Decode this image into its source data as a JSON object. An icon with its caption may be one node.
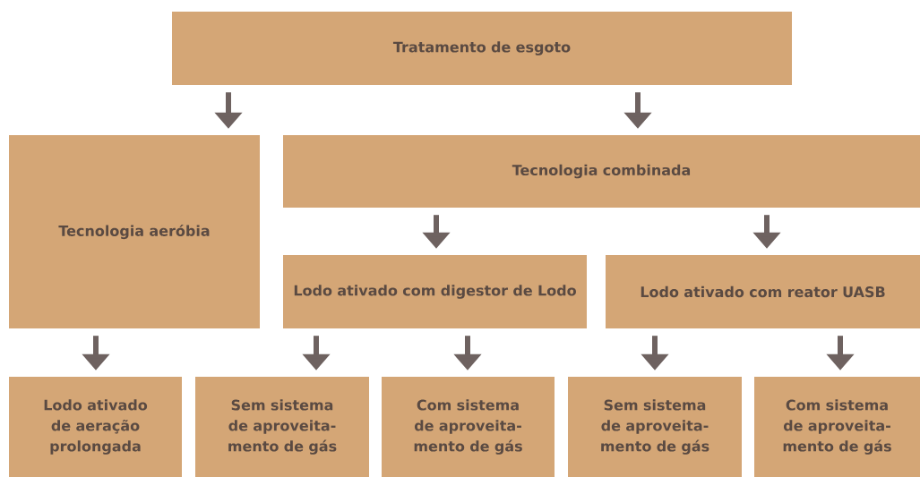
{
  "diagram": {
    "nodes": [
      {
        "text": [
          "Tratamento de esgoto"
        ]
      },
      {
        "text": [
          "Tecnologia aeróbia"
        ]
      },
      {
        "text": [
          "Tecnologia combinada"
        ]
      },
      {
        "text": [
          "Lodo ativado com digestor de Lodo"
        ]
      },
      {
        "text": [
          "Lodo ativado com reator UASB"
        ]
      },
      {
        "text": [
          "Lodo ativado de aeração prolongada"
        ]
      },
      {
        "text": [
          "Sem sistema de aproveita- mento de gás"
        ]
      },
      {
        "text": [
          "Com sistema de aproveita- mento de gás"
        ]
      },
      {
        "text": [
          "Sem sistema de aproveita- mento de gás"
        ]
      },
      {
        "text": [
          "Com sistema de aproveita- mento de gás"
        ]
      }
    ],
    "edges": [
      {
        "from": 0,
        "to": 1,
        "arrow": "to"
      },
      {
        "from": 0,
        "to": 2,
        "arrow": "to"
      },
      {
        "from": 2,
        "to": 3,
        "arrow": "to"
      },
      {
        "from": 2,
        "to": 4,
        "arrow": "to"
      },
      {
        "from": 1,
        "to": 5,
        "arrow": "to"
      },
      {
        "from": 3,
        "to": 6,
        "arrow": "to"
      },
      {
        "from": 3,
        "to": 7,
        "arrow": "to"
      },
      {
        "from": 4,
        "to": 8,
        "arrow": "to"
      },
      {
        "from": 4,
        "to": 9,
        "arrow": "to"
      }
    ]
  }
}
